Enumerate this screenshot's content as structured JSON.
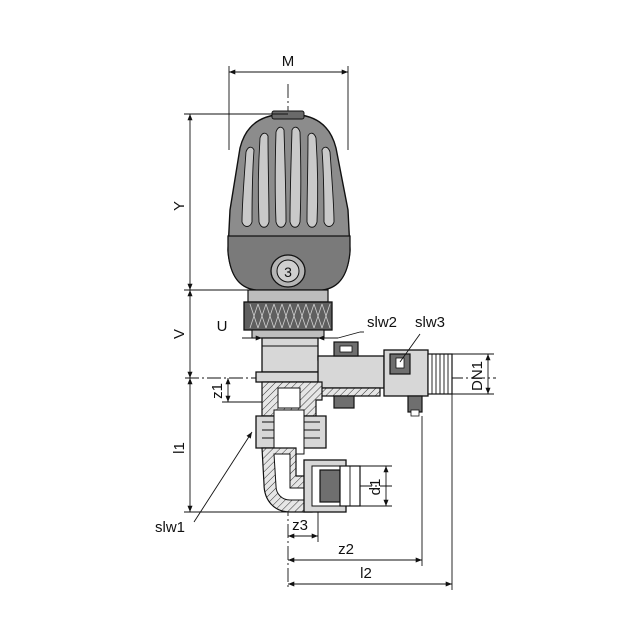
{
  "labels": {
    "M": "M",
    "Y": "Y",
    "V": "V",
    "U": "U",
    "slw2": "slw2",
    "slw3": "slw3",
    "DN1": "DN1",
    "z1": "z1",
    "l1": "l1",
    "d1": "d1",
    "slw1": "slw1",
    "z3": "z3",
    "z2": "z2",
    "l2": "l2",
    "head_number": "3"
  },
  "colors": {
    "line": "#111111",
    "head": "#8a8a8a",
    "head_dark": "#5e5e5e",
    "body": "#d7d7d7",
    "background": "#ffffff"
  }
}
